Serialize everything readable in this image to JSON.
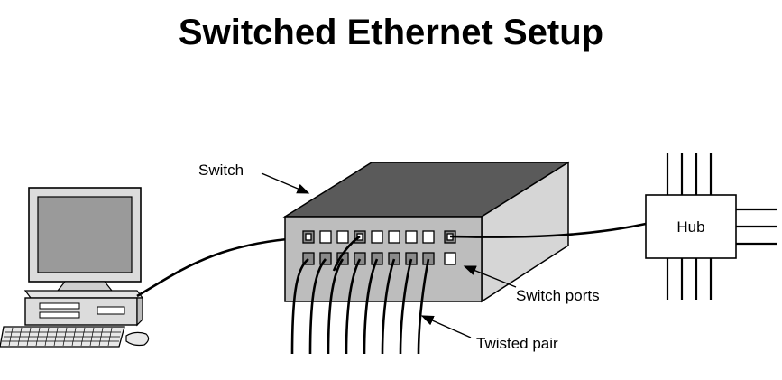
{
  "title": "Switched Ethernet Setup",
  "labels": {
    "switch": "Switch",
    "hub": "Hub",
    "switch_ports": "Switch ports",
    "twisted_pair": "Twisted pair"
  },
  "colors": {
    "switch_top": "#5a5a5a",
    "switch_side": "#d6d6d6",
    "switch_front": "#bdbdbd",
    "monitor_screen": "#9a9a9a",
    "line": "#000000"
  }
}
